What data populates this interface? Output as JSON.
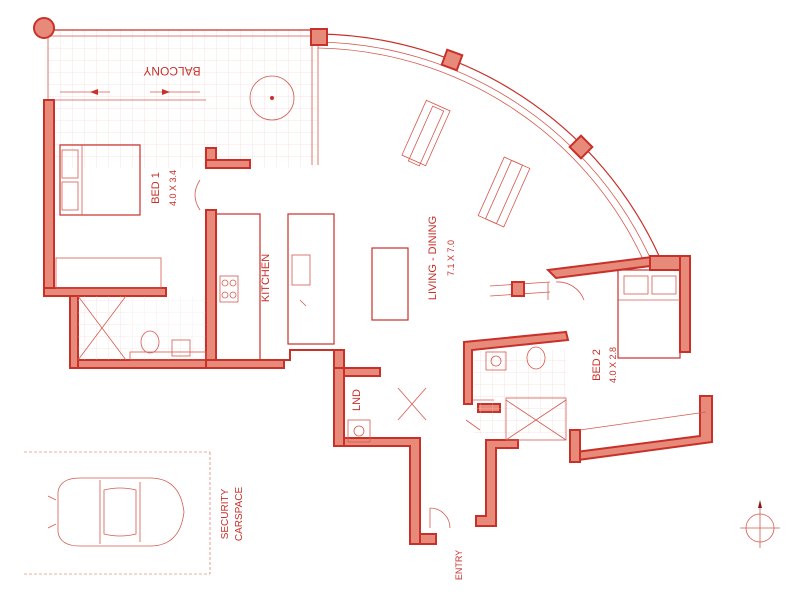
{
  "rooms": {
    "balcony": "BALCONY",
    "bed1": {
      "name": "BED 1",
      "size": "4.0 X 3.4"
    },
    "kitchen": "KITCHEN",
    "living": {
      "name": "LIVING - DINING",
      "size": "7.1 X 7.0"
    },
    "bed2": {
      "name": "BED 2",
      "size": "4.0 X 2.8"
    },
    "laundry": "LND",
    "entry": "ENTRY",
    "carspace": {
      "line1": "SECURITY",
      "line2": "CARSPACE"
    }
  },
  "colors": {
    "wall_fill": "#e88a7a",
    "wall_stroke": "#c8302a",
    "background": "#ffffff"
  },
  "icons": [
    "north-arrow-icon",
    "car-icon"
  ]
}
